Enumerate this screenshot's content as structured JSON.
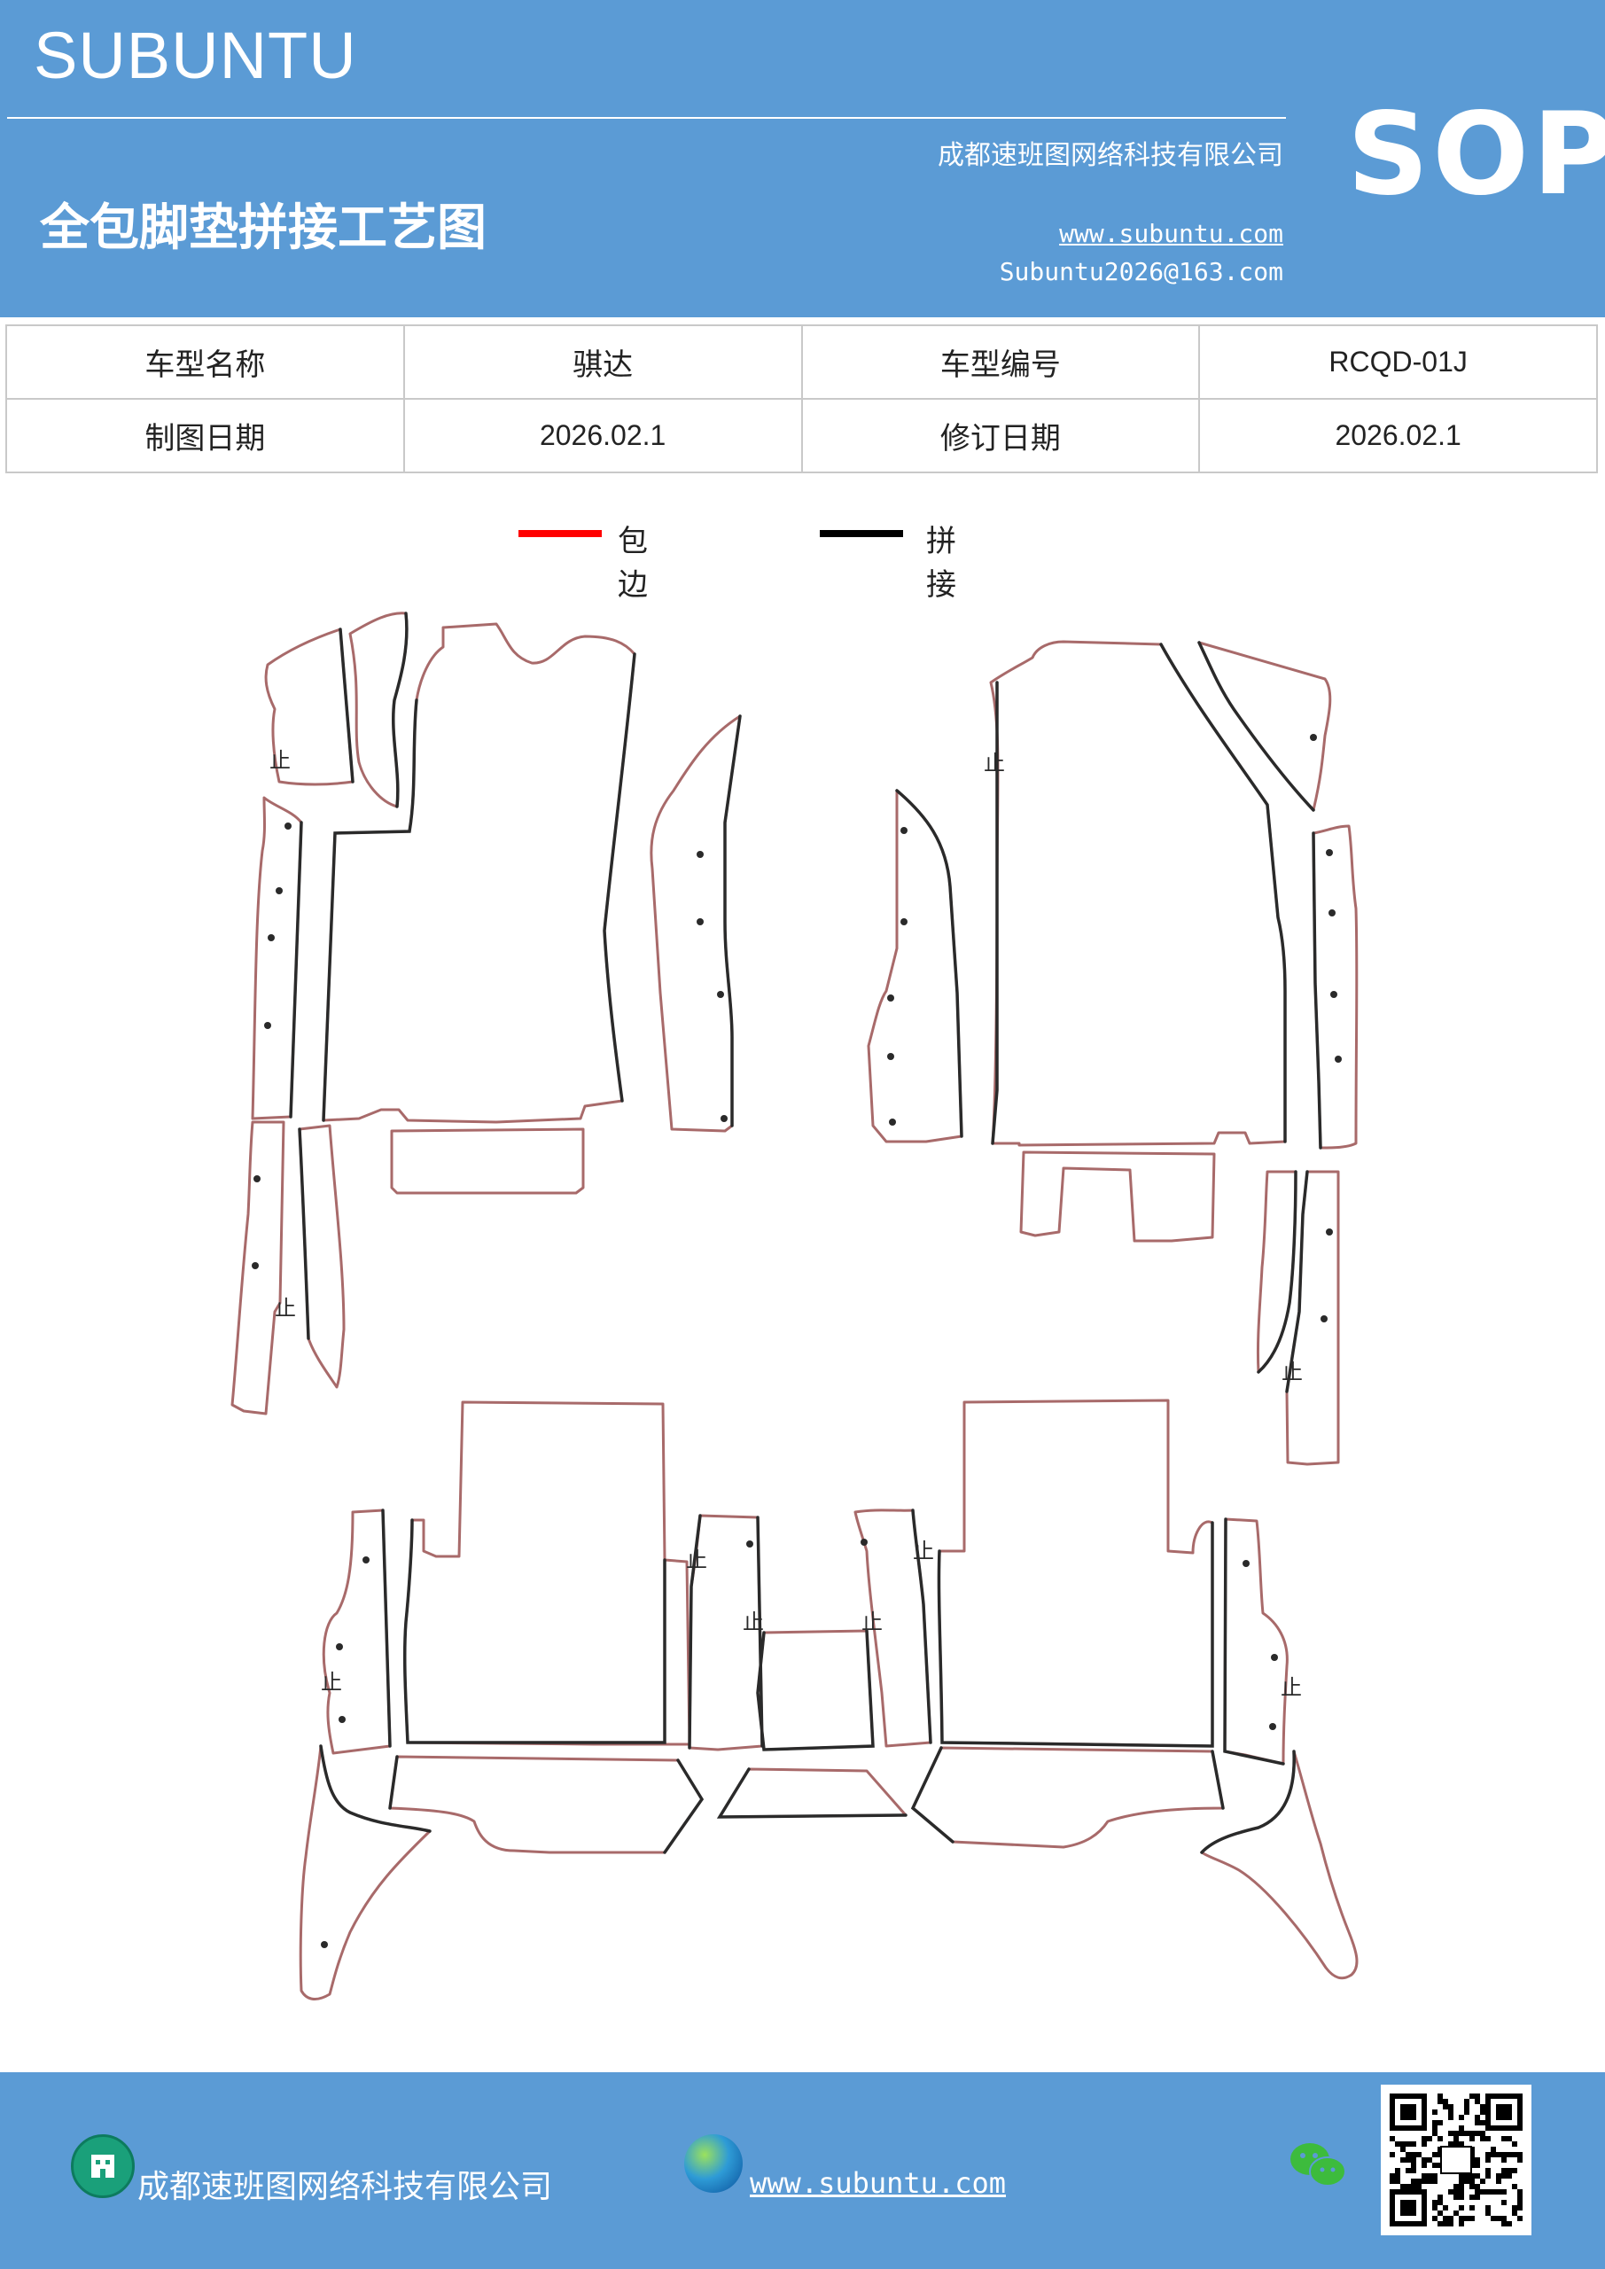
{
  "header": {
    "brand": "SUBUNTU",
    "sop_badge": "SOP",
    "doc_title": "全包脚垫拼接工艺图",
    "company": "成都速班图网络科技有限公司",
    "website": "www.subuntu.com",
    "email": "Subuntu2026@163.com"
  },
  "info_table": {
    "model_name_label": "车型名称",
    "model_name": "骐达",
    "model_code_label": "车型编号",
    "model_code": "RCQD-01J",
    "draw_date_label": "制图日期",
    "draw_date": "2026.02.1",
    "revise_date_label": "修订日期",
    "revise_date": "2026.02.1"
  },
  "legend": {
    "binding_label": "包边",
    "binding_color": "#ff0000",
    "splice_label": "拼接",
    "splice_color": "#000000"
  },
  "drawing": {
    "edge_color": "#a86a6a",
    "seam_color": "#2a2a2a",
    "marker_text": "止"
  },
  "footer": {
    "company": "成都速班图网络科技有限公司",
    "website": "www.subuntu.com",
    "company_icon": "building-icon",
    "web_icon": "globe-icon",
    "chat_icon": "wechat-icon"
  }
}
